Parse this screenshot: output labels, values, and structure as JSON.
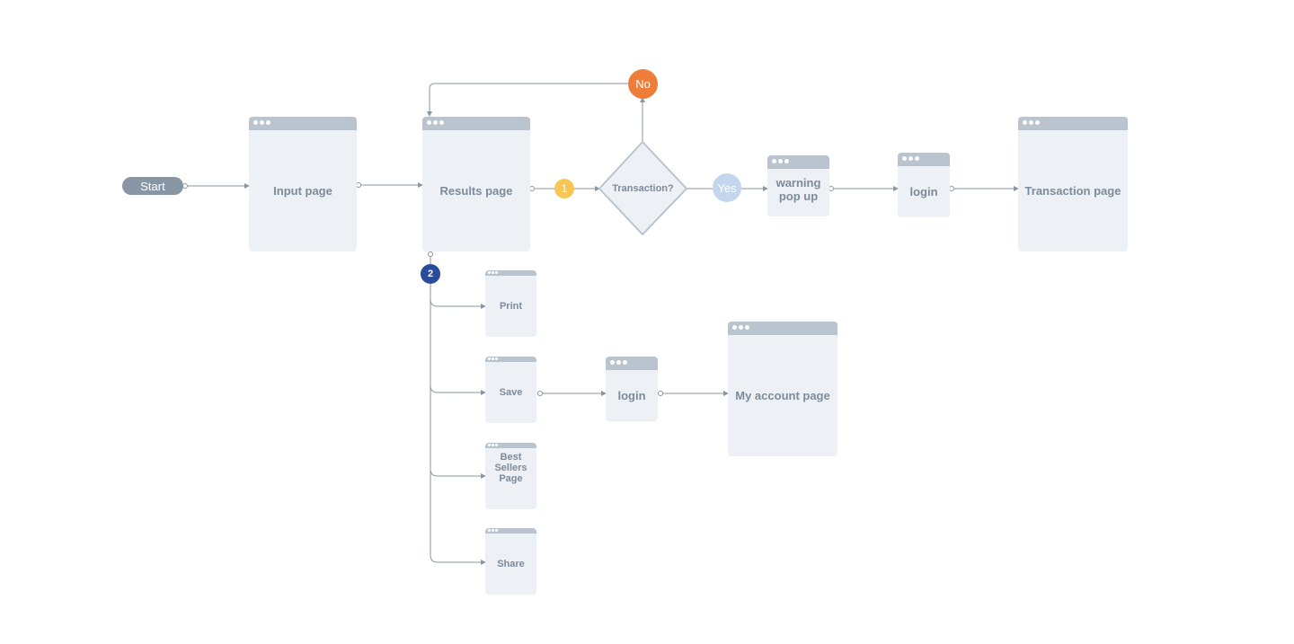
{
  "start": {
    "label": "Start"
  },
  "pages": {
    "input": "Input page",
    "results": "Results page",
    "warning": "warning pop up",
    "login_top": "login",
    "transaction": "Transaction page",
    "print": "Print",
    "save": "Save",
    "login_bottom": "login",
    "my_account": "My account page",
    "best_sellers": "Best Sellers Page",
    "share": "Share"
  },
  "decision": {
    "label": "Transaction?"
  },
  "markers": {
    "one": "1",
    "two": "2",
    "no": "No",
    "yes": "Yes"
  },
  "colors": {
    "page_fill": "#edf0f5",
    "page_bar": "#bac4cf",
    "label_text": "#7d8b9a",
    "connector": "#8b96a3",
    "start_pill": "#8895a3",
    "marker_one": "#f8c654",
    "marker_two": "#2b4c9b",
    "marker_no": "#ef7d3a",
    "marker_yes": "#c4d6ed"
  }
}
